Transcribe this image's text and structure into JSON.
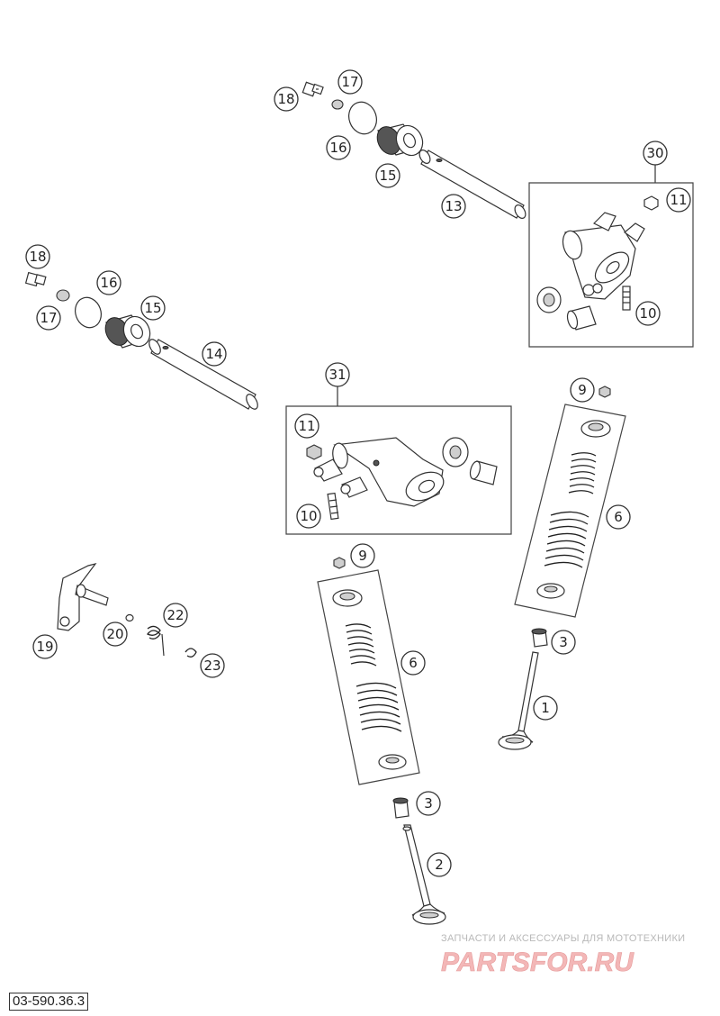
{
  "document": {
    "number": "03-590.36.3"
  },
  "watermark": {
    "tagline": "ЗАПЧАСТИ И АКСЕССУАРЫ ДЛЯ МОТОТЕХНИКИ",
    "logo": "PARTSFOR.RU"
  },
  "callouts": {
    "c30": "30",
    "c31": "31",
    "c18a": "18",
    "c17a": "17",
    "c16a": "16",
    "c15a": "15",
    "c13": "13",
    "c11a": "11",
    "c10a": "10",
    "c18b": "18",
    "c16b": "16",
    "c17b": "17",
    "c15b": "15",
    "c14": "14",
    "c11b": "11",
    "c10b": "10",
    "c9a": "9",
    "c6a": "6",
    "c9b": "9",
    "c6b": "6",
    "c3a": "3",
    "c1": "1",
    "c3b": "3",
    "c2": "2",
    "c19": "19",
    "c20": "20",
    "c22": "22",
    "c23": "23"
  }
}
